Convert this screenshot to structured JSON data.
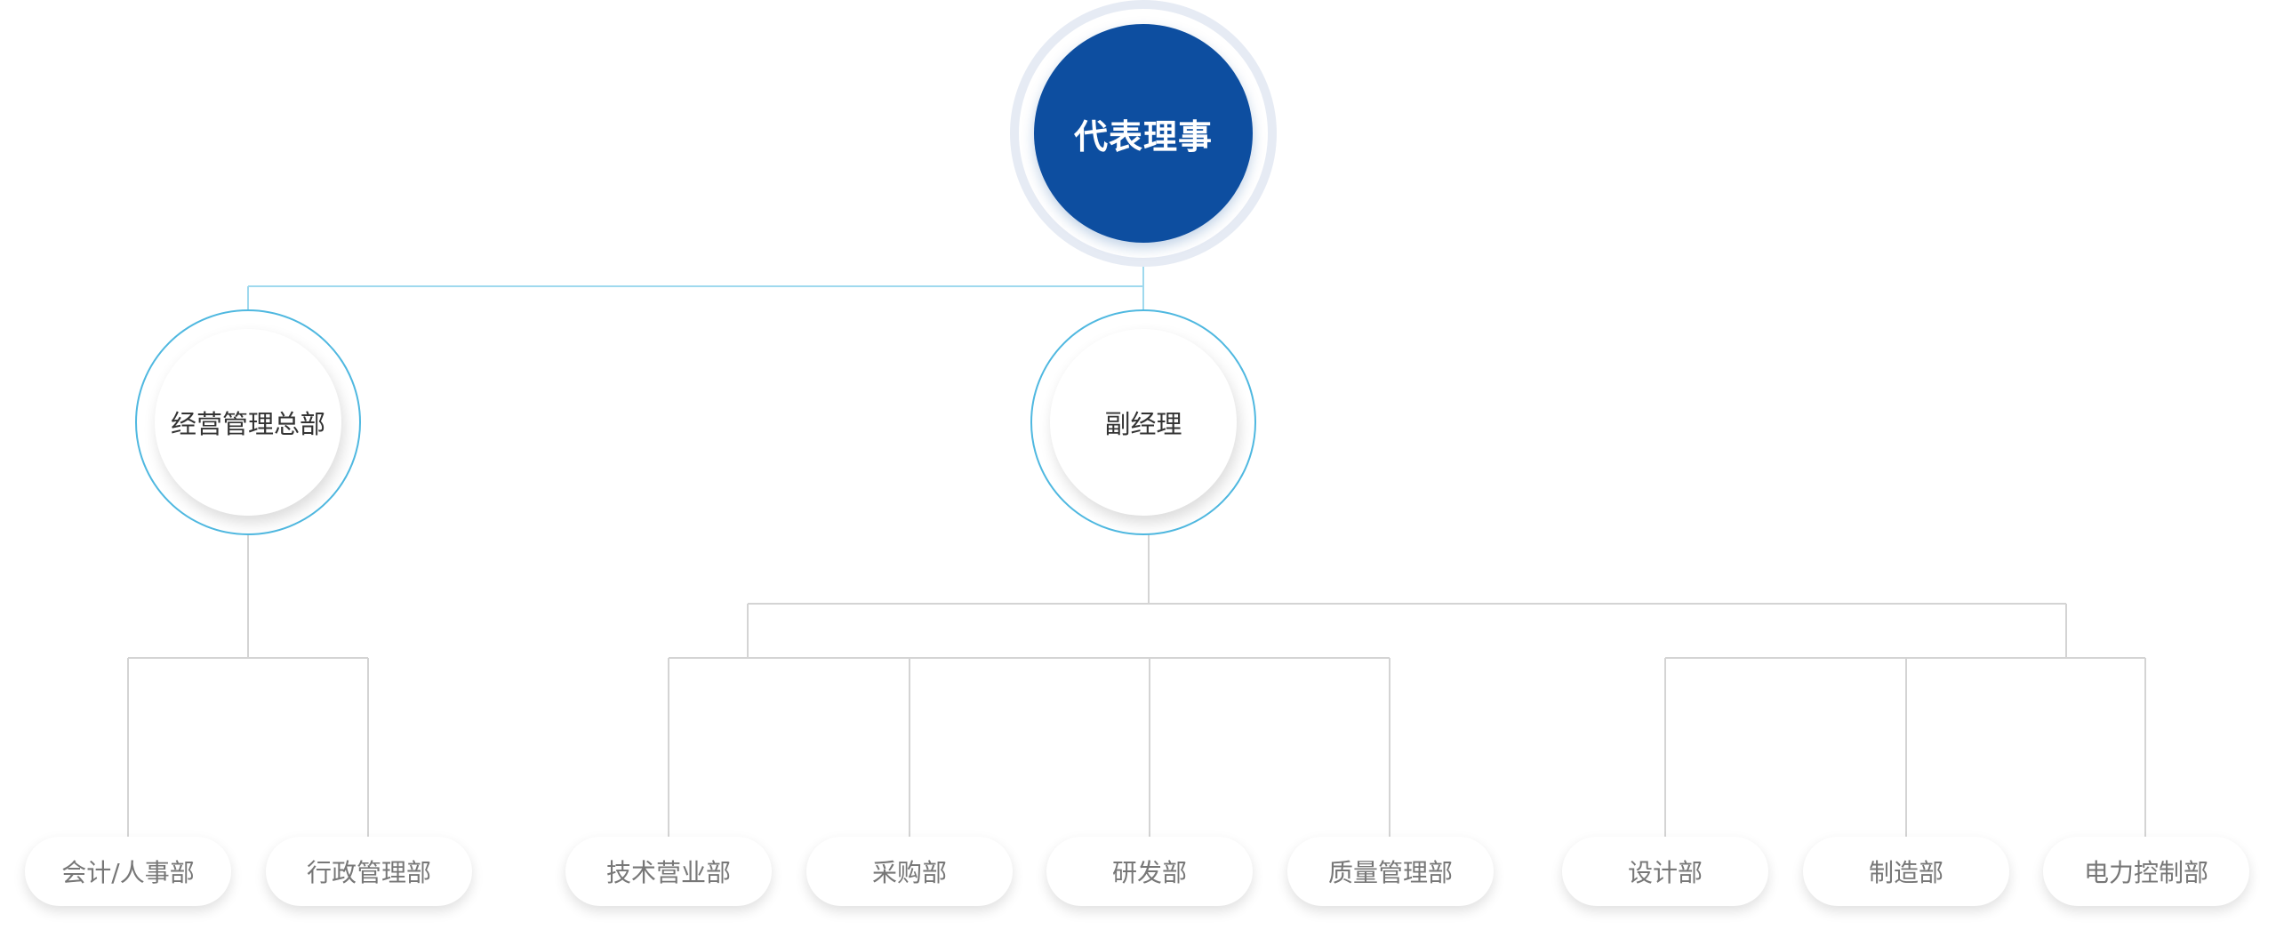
{
  "org_chart": {
    "root": {
      "label": "代表理事"
    },
    "level2": [
      {
        "id": "hq",
        "label": "经营管理总部"
      },
      {
        "id": "vice",
        "label": "副经理"
      }
    ],
    "departments": [
      {
        "label": "会计/人事部",
        "parent": "hq"
      },
      {
        "label": "行政管理部",
        "parent": "hq"
      },
      {
        "label": "技术营业部",
        "parent": "vice"
      },
      {
        "label": "采购部",
        "parent": "vice"
      },
      {
        "label": "研发部",
        "parent": "vice"
      },
      {
        "label": "质量管理部",
        "parent": "vice"
      },
      {
        "label": "设计部",
        "parent": "vice"
      },
      {
        "label": "制造部",
        "parent": "vice"
      },
      {
        "label": "电力控制部",
        "parent": "vice"
      }
    ]
  },
  "colors": {
    "root_fill": "#0d4ea0",
    "root_halo": "#e6ebf4",
    "ring_stroke": "#4fb8e0",
    "top_connector": "#9fd9ee",
    "connector": "#d4d4d4",
    "leaf_text": "#777777",
    "node_text": "#333333"
  }
}
